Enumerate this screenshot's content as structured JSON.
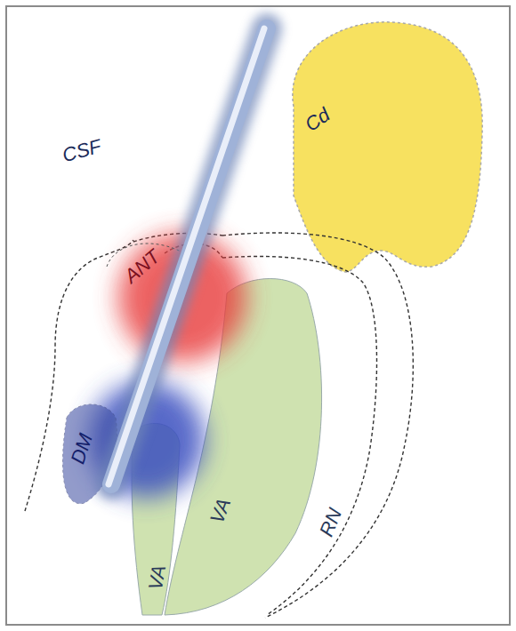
{
  "diagram": {
    "labels": [
      "Cd",
      "CSF",
      "ANT",
      "DM",
      "VA",
      "VA",
      "RN"
    ]
  }
}
